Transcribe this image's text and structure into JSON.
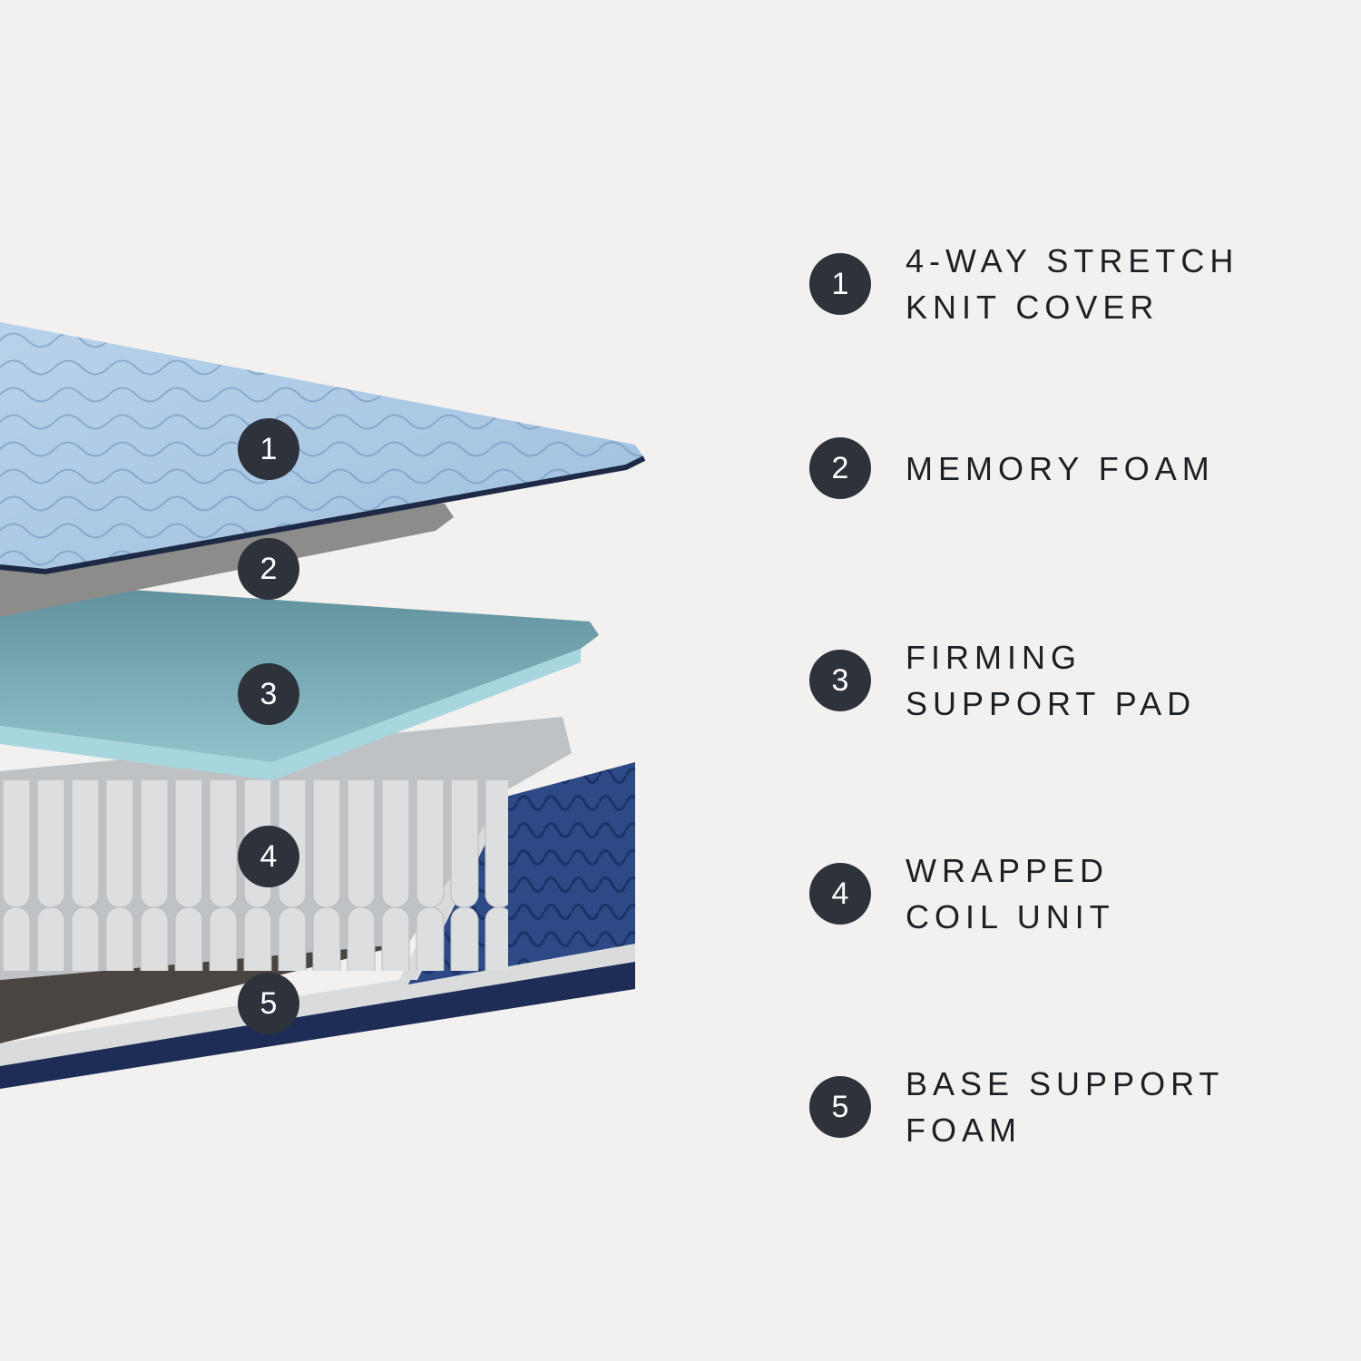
{
  "layers": [
    {
      "number": "1",
      "lines": [
        "4-WAY STRETCH",
        "KNIT COVER"
      ]
    },
    {
      "number": "2",
      "lines": [
        "MEMORY FOAM"
      ]
    },
    {
      "number": "3",
      "lines": [
        "FIRMING",
        "SUPPORT PAD"
      ]
    },
    {
      "number": "4",
      "lines": [
        "WRAPPED",
        "COIL UNIT"
      ]
    },
    {
      "number": "5",
      "lines": [
        "BASE SUPPORT",
        "FOAM"
      ]
    }
  ],
  "colors": {
    "background": "#f3f1ef",
    "badge": "#2d323b",
    "cover": "#a9c6e2",
    "memory_foam": "#8e8c8a",
    "support_pad": "#8dc3cf",
    "coils": "#d6d8da",
    "base_foam": "#4a4540",
    "side_panel": "#2d4a86"
  }
}
